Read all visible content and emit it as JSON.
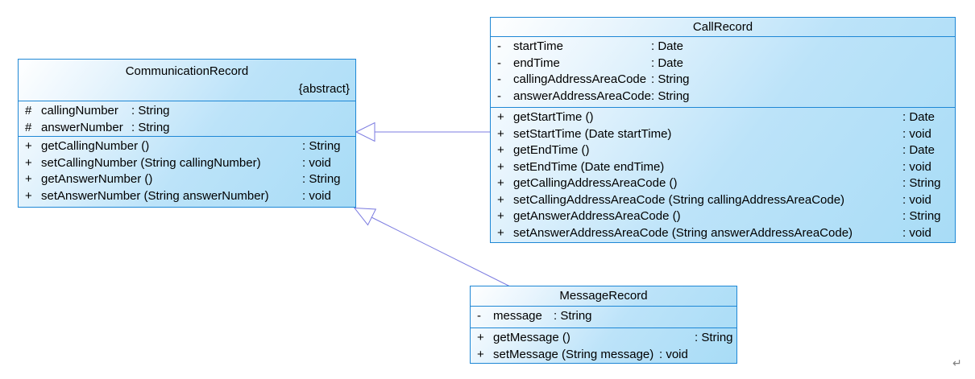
{
  "diagram": {
    "classes": [
      {
        "id": "communication-record",
        "name": "CommunicationRecord",
        "stereotype": "{abstract}",
        "attributes": [
          {
            "visibility": "#",
            "name": "callingNumber",
            "type": ": String"
          },
          {
            "visibility": "#",
            "name": "answerNumber",
            "type": ": String"
          }
        ],
        "methods": [
          {
            "visibility": "+",
            "name": "getCallingNumber ()",
            "type": ": String"
          },
          {
            "visibility": "+",
            "name": "setCallingNumber (String callingNumber)",
            "type": ": void"
          },
          {
            "visibility": "+",
            "name": "getAnswerNumber ()",
            "type": ": String"
          },
          {
            "visibility": "+",
            "name": "setAnswerNumber (String answerNumber)",
            "type": ": void"
          }
        ]
      },
      {
        "id": "call-record",
        "name": "CallRecord",
        "stereotype": "",
        "attributes": [
          {
            "visibility": "-",
            "name": "startTime",
            "type": ": Date"
          },
          {
            "visibility": "-",
            "name": "endTime",
            "type": ": Date"
          },
          {
            "visibility": "-",
            "name": "callingAddressAreaCode",
            "type": ": String"
          },
          {
            "visibility": "-",
            "name": "answerAddressAreaCode",
            "type": ": String"
          }
        ],
        "methods": [
          {
            "visibility": "+",
            "name": "getStartTime ()",
            "type": ": Date"
          },
          {
            "visibility": "+",
            "name": "setStartTime (Date startTime)",
            "type": ": void"
          },
          {
            "visibility": "+",
            "name": "getEndTime ()",
            "type": ": Date"
          },
          {
            "visibility": "+",
            "name": "setEndTime (Date endTime)",
            "type": ": void"
          },
          {
            "visibility": "+",
            "name": "getCallingAddressAreaCode ()",
            "type": ": String"
          },
          {
            "visibility": "+",
            "name": "setCallingAddressAreaCode (String callingAddressAreaCode)",
            "type": ": void"
          },
          {
            "visibility": "+",
            "name": "getAnswerAddressAreaCode ()",
            "type": ": String"
          },
          {
            "visibility": "+",
            "name": "setAnswerAddressAreaCode (String answerAddressAreaCode)",
            "type": ": void"
          }
        ]
      },
      {
        "id": "message-record",
        "name": "MessageRecord",
        "stereotype": "",
        "attributes": [
          {
            "visibility": "-",
            "name": "message",
            "type": ": String"
          }
        ],
        "methods": [
          {
            "visibility": "+",
            "name": "getMessage ()",
            "type": ": String"
          },
          {
            "visibility": "+",
            "name": "setMessage (String message)",
            "type": ": void"
          }
        ]
      }
    ],
    "relations": [
      {
        "type": "generalization",
        "from": "CallRecord",
        "to": "CommunicationRecord"
      },
      {
        "type": "generalization",
        "from": "MessageRecord",
        "to": "CommunicationRecord"
      }
    ],
    "artifacts": {
      "return_mark": "↵"
    },
    "colors": {
      "node_border": "#1e87d5",
      "node_fill_light": "#ffffff",
      "node_fill_dark": "#a8dcf6",
      "connector": "#7b7be0",
      "text": "#000000"
    }
  }
}
